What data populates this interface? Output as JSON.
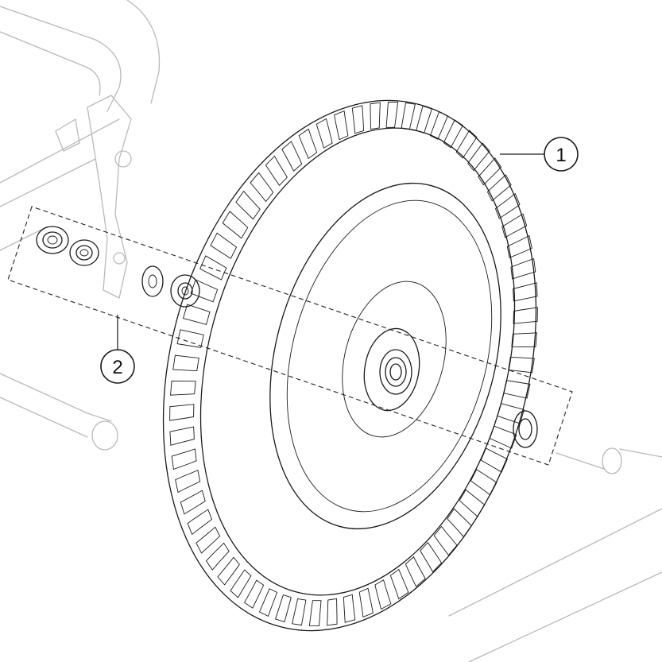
{
  "diagram": {
    "callouts": [
      {
        "id": "1",
        "label": "1",
        "part": "wheel-assembly"
      },
      {
        "id": "2",
        "label": "2",
        "part": "nut-and-washer-kit"
      }
    ],
    "colors": {
      "ink": "#1a1a1a",
      "frame_ghost": "#b9b9b9",
      "background": "#ffffff"
    }
  }
}
